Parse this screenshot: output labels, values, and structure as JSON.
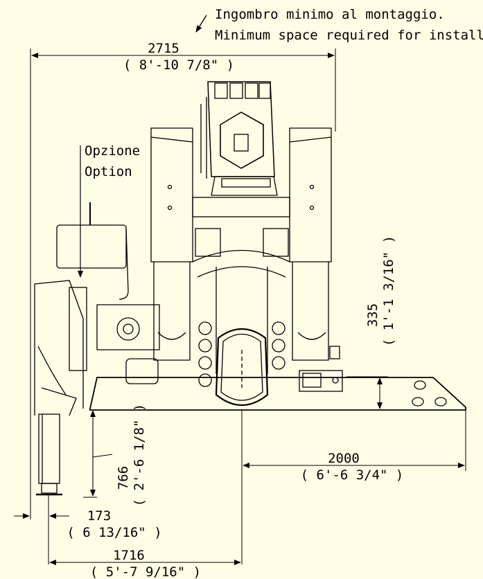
{
  "notes": {
    "space_it": "Ingombro minimo al montaggio.",
    "space_en": "Minimum space required for installation.",
    "option_it": "Opzione",
    "option_en": "Option"
  },
  "dimensions": {
    "overall_width": {
      "mm": "2715",
      "imperial": "( 8'-10 7/8\" )"
    },
    "platform_height": {
      "mm": "335",
      "imperial": "( 1'-1 3/16\" )"
    },
    "right_extent": {
      "mm": "2000",
      "imperial": "( 6'-6 3/4\" )"
    },
    "pillar_height": {
      "mm": "766",
      "imperial": "( 2'-6 1/8\" )"
    },
    "foot_offset": {
      "mm": "173",
      "imperial": "( 6 13/16\" )"
    },
    "left_extent": {
      "mm": "1716",
      "imperial": "( 5'-7 9/16\" )"
    }
  },
  "colors": {
    "background": "#fffde6",
    "ink": "#000000"
  }
}
